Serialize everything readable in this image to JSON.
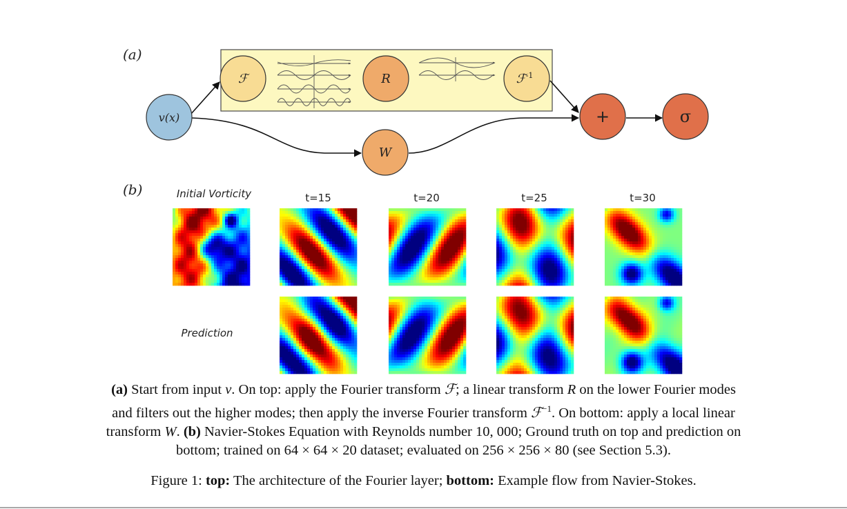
{
  "figure": {
    "panel_a_label": "(a)",
    "panel_b_label": "(b)",
    "nodes": {
      "input": "v(x)",
      "fourier": "ℱ",
      "linear_R": "R",
      "inverse_fourier": "ℱ",
      "inverse_superscript": "-1",
      "local_W": "W",
      "sum": "+",
      "activation": "σ"
    },
    "colors": {
      "input_node": "#9ec4de",
      "fourier_node": "#f8dc94",
      "R_node": "#efaa6a",
      "W_node": "#efaa6a",
      "sum_node": "#e0704a",
      "activation_node": "#e0704a",
      "fourier_box": "#fdf8c0"
    },
    "row_labels": {
      "initial": "Initial Vorticity",
      "prediction": "Prediction"
    },
    "time_labels": [
      "t=15",
      "t=20",
      "t=25",
      "t=30"
    ]
  },
  "caption": {
    "line1": [
      "(a)",
      " Start from input ",
      "v",
      ". On top: apply the Fourier transform ",
      "ℱ",
      "; a linear transform ",
      "R",
      " on the lower Fourier modes"
    ],
    "line2": [
      "and filters out the higher modes; then apply the inverse Fourier transform ",
      "ℱ",
      "−1",
      ". On bottom: apply a local linear"
    ],
    "line3": [
      "transform ",
      "W",
      ". ",
      "(b)",
      " Navier-Stokes Equation with Reynolds number 10, 000; Ground truth on top and prediction on"
    ],
    "line4": "bottom; trained on 64 × 64 × 20 dataset; evaluated on 256 × 256 × 80 (see Section 5.3).",
    "figure_caption": [
      "Figure 1: ",
      "top:",
      " The architecture of the Fourier layer; ",
      "bottom:",
      " Example flow from Navier-Stokes."
    ]
  }
}
